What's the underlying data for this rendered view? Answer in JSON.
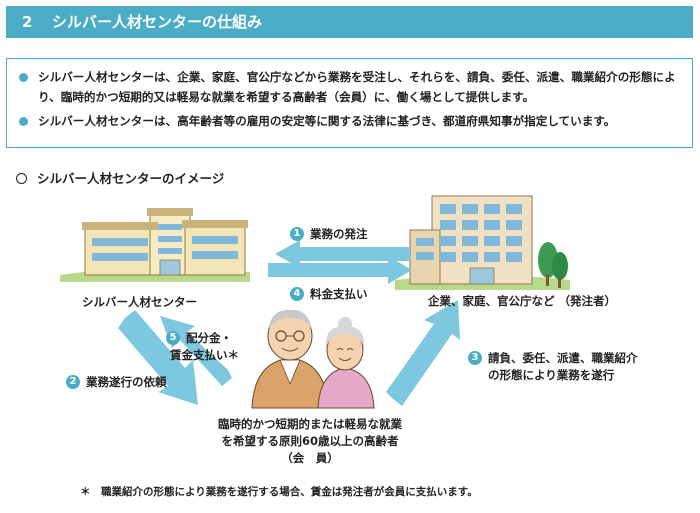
{
  "header": {
    "number": "2",
    "title": "シルバー人材センターの仕組み"
  },
  "bullets": [
    "シルバー人材センターは、企業、家庭、官公庁などから業務を受注し、それらを、請負、委任、派遣、職業紹介の形態により、臨時的かつ短期的又は軽易な就業を希望する高齢者（会員）に、働く場として提供します。",
    "シルバー人材センターは、高年齢者等の雇用の安定等に関する法律に基づき、都道府県知事が指定しています。"
  ],
  "subtitle": "シルバー人材センターのイメージ",
  "nodes": {
    "center": "シルバー人材センター",
    "client": "企業、家庭、官公庁など （発注者）",
    "members_line1": "臨時的かつ短期的または軽易な就業",
    "members_line2": "を希望する原則60歳以上の高齢者",
    "members_line3": "（会　員）"
  },
  "flows": [
    {
      "num": "1",
      "label": "業務の発注"
    },
    {
      "num": "2",
      "label": "業務遂行の依頼"
    },
    {
      "num": "3",
      "label_line1": "請負、委任、派遣、職業紹介",
      "label_line2": "の形態により業務を遂行"
    },
    {
      "num": "4",
      "label": "料金支払い"
    },
    {
      "num": "5",
      "label_line1": "配分金・",
      "label_line2": "賃金支払い＊"
    }
  ],
  "footnote": "＊　職業紹介の形態により業務を遂行する場合、賃金は発注者が会員に支払います。",
  "colors": {
    "accent": "#4bacc6",
    "arrow": "#7ec8df"
  }
}
